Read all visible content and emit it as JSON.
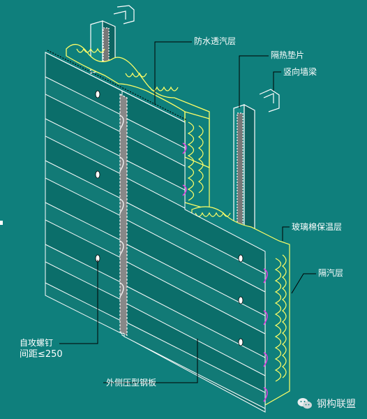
{
  "labels": {
    "waterproof_breathable_layer": "防水透汽层",
    "thermal_break_pad": "隔热垫片",
    "vertical_wall_purlin": "竖向墙梁",
    "glass_wool_insulation": "玻璃棉保温层",
    "vapor_barrier": "隔汽层",
    "self_tapping_screw": "自攻螺钉",
    "screw_spacing": "间距≤250",
    "outer_profiled_steel_sheet": "外侧压型钢板"
  },
  "watermark": {
    "text": "钢构联盟",
    "icon": "wechat-icon"
  },
  "colors": {
    "background": "#0f7f7c",
    "sheet_face": "#0a6e6a",
    "sheet_edge": "#ffffff",
    "insulation": "#ffff66",
    "vapor": "#e040e0",
    "leader": "#000000"
  }
}
